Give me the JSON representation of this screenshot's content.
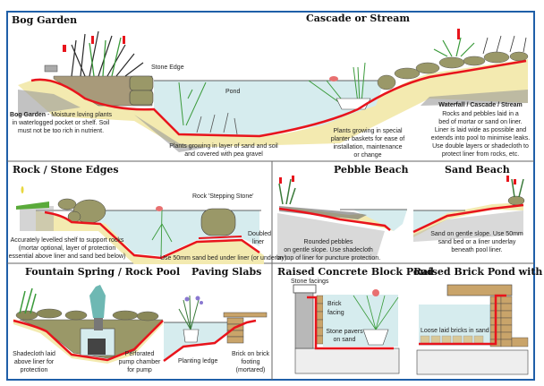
{
  "colors": {
    "frame": "#1f5fa8",
    "liner": "#e8141c",
    "water": "#d6ecee",
    "sand": "#f3eab0",
    "rock": "#9a9868",
    "soil": "#a89a7a",
    "brick": "#c9a46a"
  },
  "panels": {
    "top": {
      "title_left": "Bog Garden",
      "title_right": "Cascade or Stream",
      "stone_edge": "Stone Edge",
      "pond": "Pond",
      "bog_bold": "Bog Garden",
      "bog_lines": [
        " - Moisture loving plants",
        "in waterlogged pocket or shelf. Soil",
        "must not be too rich in nutrient."
      ],
      "gravel_lines": [
        "Plants growing in layer of sand and soil",
        "and covered with pea gravel"
      ],
      "basket_lines": [
        "Plants growing in special",
        "planter baskets for ease of",
        "installation, maintenance",
        "or change"
      ],
      "waterfall_title": "Waterfall / Cascade / Stream",
      "waterfall_lines": [
        "Rocks and pebbles laid in a",
        "bed of mortar or sand on liner.",
        "Liner is laid wide as possible and",
        "extends into pool to minimise leaks.",
        "Use double layers or shadecloth to",
        "protect liner from rocks, etc."
      ]
    },
    "rock": {
      "title": "Rock / Stone Edges",
      "stepping_stone": "Rock 'Stepping Stone'",
      "doubled": [
        "Doubled",
        "liner"
      ],
      "shelf_lines": [
        "Accurately levelled shelf to support rocks",
        "(mortar optional, layer of protection",
        "essential above liner and sand bed below)"
      ],
      "sand_bed": "Use 50mm sand bed under liner (or underlay)"
    },
    "pebble": {
      "title": "Pebble Beach",
      "lines": [
        "Rounded pebbles",
        "on gentle slope. Use shadecloth",
        "on top of liner for puncture protection."
      ]
    },
    "sand": {
      "title": "Sand Beach",
      "lines": [
        "Sand on gentle slope. Use 50mm",
        "sand bed or a liner underlay",
        "beneath pool liner."
      ]
    },
    "fountain": {
      "title": "Fountain Spring / Rock Pool",
      "shade_lines": [
        "Shadecloth laid",
        "above liner for",
        "protection"
      ],
      "pump_lines": [
        "Perforated",
        "pump chamber",
        "for pump"
      ]
    },
    "paving": {
      "title": "Paving Slabs",
      "ledge": "Planting ledge",
      "brick_lines": [
        "Brick on brick",
        "footing",
        "(mortared)"
      ]
    },
    "concrete": {
      "title": "Raised Concrete Block Pond",
      "stone_facings": "Stone facings",
      "brick_facing": [
        "Brick",
        "facing"
      ],
      "pavers": [
        "Stone pavers",
        "on sand"
      ]
    },
    "brickpond": {
      "title": "Raised Brick Pond with Cap",
      "loose": "Loose laid bricks in sand"
    }
  }
}
